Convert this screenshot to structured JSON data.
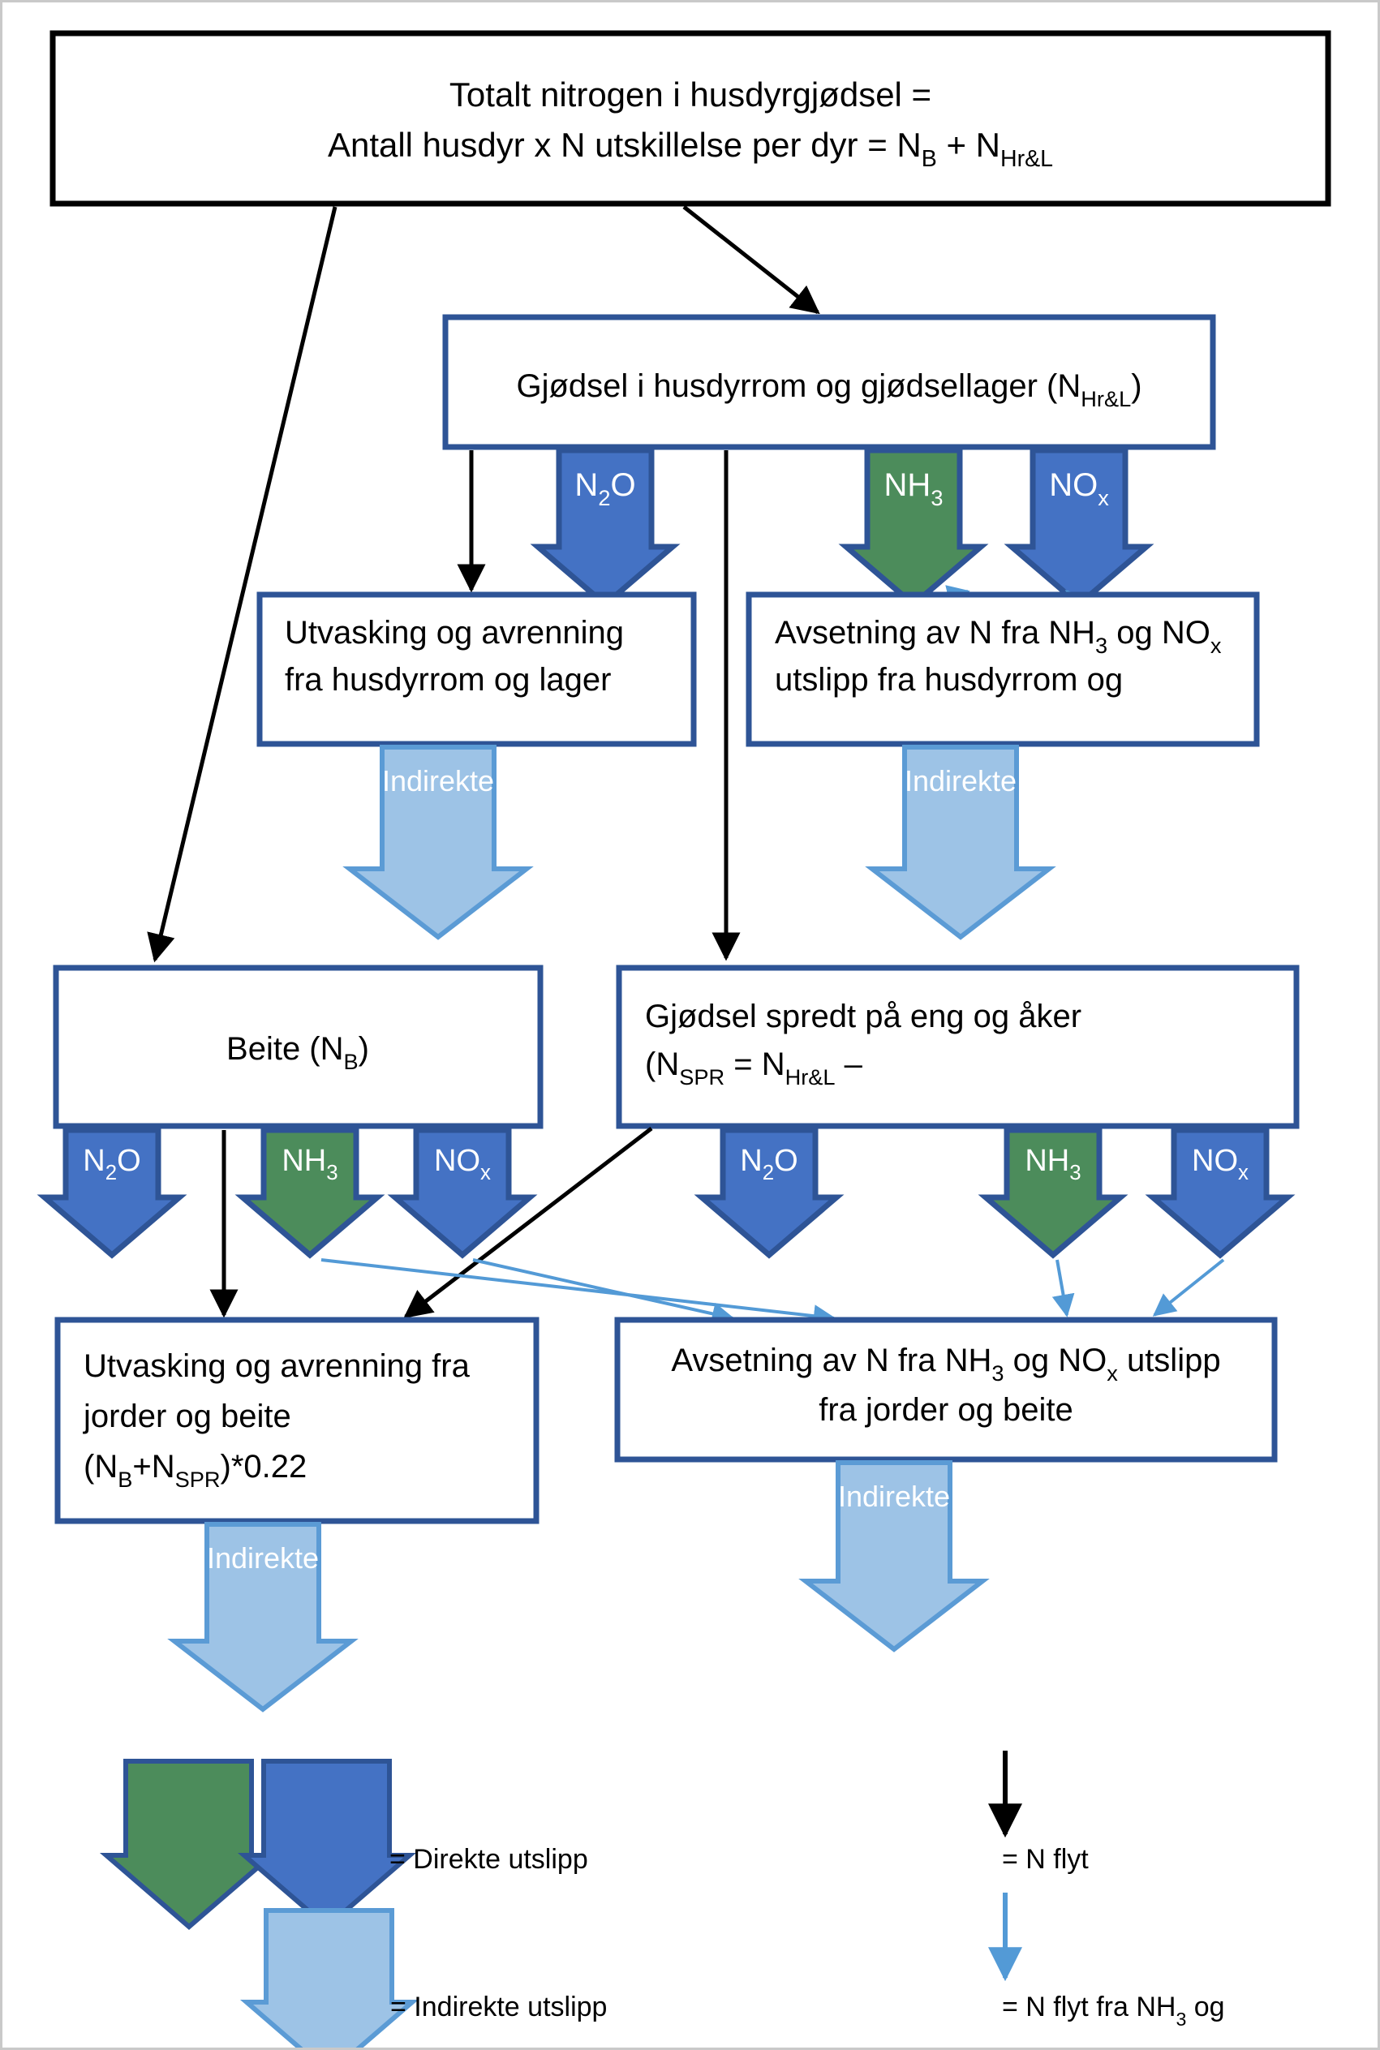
{
  "diagram": {
    "title_box": {
      "line1": "Totalt nitrogen i husdyrgjødsel =",
      "line2_a": "Antall husdyr x N utskillelse per dyr = N",
      "line2_sub1": "B",
      "line2_b": " + N",
      "line2_sub2": "Hr&L"
    },
    "boxes": {
      "manure_storage": {
        "text_a": "Gjødsel i husdyrrom og gjødsellager (N",
        "text_sub": "Hr&L",
        "text_b": ")"
      },
      "leaching_housing": {
        "line1": "Utvasking og avrenning",
        "line2": "fra husdyrrom og lager"
      },
      "deposition_housing": {
        "line1_a": "Avsetning av N fra NH",
        "line1_sub1": "3",
        "line1_b": " og NO",
        "line1_sub2": "x",
        "line2": "utslipp fra husdyrrom og"
      },
      "grazing": {
        "text_a": "Beite (N",
        "text_sub": "B",
        "text_b": ")"
      },
      "spread_field": {
        "line1": "Gjødsel spredt på eng og åker",
        "line2_a": "(N",
        "line2_sub1": "SPR",
        "line2_b": " = N",
        "line2_sub2": "Hr&L",
        "line2_c": " –"
      },
      "leaching_soil": {
        "line1": "Utvasking og avrenning fra",
        "line2": "jorder og beite",
        "line3_a": "(N",
        "line3_sub1": "B",
        "line3_b": "+N",
        "line3_sub2": "SPR",
        "line3_c": ")*0.22"
      },
      "deposition_soil": {
        "line1_a": "Avsetning av N fra NH",
        "line1_sub1": "3",
        "line1_b": " og NO",
        "line1_sub2": "x",
        "line1_c": " utslipp",
        "line2": "fra jorder og beite"
      }
    },
    "emission_badges": {
      "n2o": {
        "label_a": "N",
        "label_sub": "2",
        "label_b": "O",
        "color": "#4472C4"
      },
      "nh3": {
        "label_a": "NH",
        "label_sub": "3",
        "label_b": "",
        "color": "#4C8C5B"
      },
      "nox": {
        "label_a": "NO",
        "label_sub": "x",
        "label_b": "",
        "color": "#4472C4"
      }
    },
    "indirect_label": "Indirekte",
    "legend": {
      "direct_emission": "= Direkte utslipp",
      "indirect_emission": "= Indirekte utslipp",
      "n_flow": "= N flyt",
      "n_flow_nh3_a": "= N flyt fra NH",
      "n_flow_nh3_sub": "3",
      "n_flow_nh3_b": " og"
    },
    "colors": {
      "box_border_blue": "#2E5496",
      "badge_blue": "#4472C4",
      "badge_green": "#4C8C5B",
      "indirect_fill": "#9DC3E6",
      "indirect_border": "#5B9BD5",
      "light_arrow": "#539AD6",
      "black": "#000000",
      "outer_frame": "#c9c9c9"
    }
  }
}
